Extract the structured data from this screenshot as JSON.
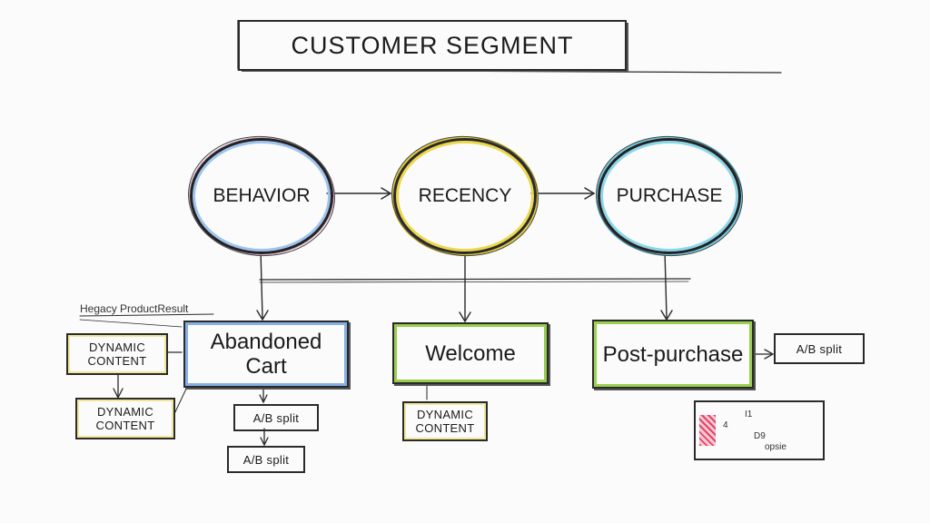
{
  "title": "CUSTOMER SEGMENT",
  "nodes": {
    "behavior": "BEHAVIOR",
    "recency": "RECENCY",
    "purchase": "PURCHASE"
  },
  "campaigns": {
    "abandoned_cart_line1": "Abandoned",
    "abandoned_cart_line2": "Cart",
    "welcome": "Welcome",
    "post_purchase": "Post-purchase"
  },
  "tactics": {
    "dynamic_content_1_line1": "DYNAMIC",
    "dynamic_content_1_line2": "CONTENT",
    "dynamic_content_2_line1": "DYNAMIC",
    "dynamic_content_2_line2": "CONTENT",
    "dynamic_content_3_line1": "DYNAMIC",
    "dynamic_content_3_line2": "CONTENT",
    "ab_split_1": "A/B split",
    "ab_split_2": "A/B split",
    "ab_split_3": "A/B split"
  },
  "scribble_note": "Hegacy ProductResult",
  "legend_marks": [
    "I1",
    "4",
    "D9",
    "opsie"
  ],
  "colors": {
    "behavior_accent": "#9ec3ef",
    "recency_accent": "#ecd84a",
    "purchase_accent": "#8ad6ea",
    "cart_accent": "#86afe4",
    "welcome_accent": "#98cc4d",
    "post_accent": "#9ad04f",
    "dynamic_accent": "#f1e69a",
    "legend_accent": "#e0466a"
  }
}
